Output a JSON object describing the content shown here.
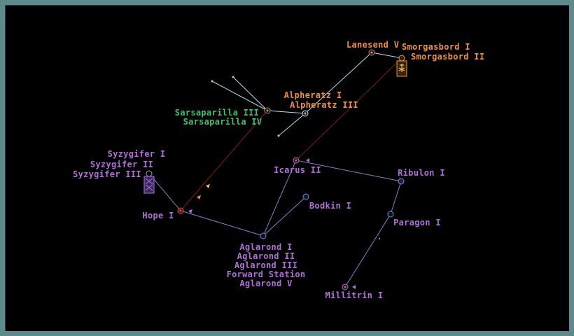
{
  "colors": {
    "background": "#000000",
    "frame": "#5d8a8c",
    "route_blue": "#7a88c8",
    "route_cyan": "#b8dcf0",
    "route_red": "#7a1f1f",
    "label_purple": "#b070d8",
    "label_orange": "#f09040",
    "label_green": "#40c070"
  },
  "systems": [
    {
      "id": "lanesend",
      "labels": [
        "Lanesend V"
      ],
      "color": "orange"
    },
    {
      "id": "smorgasbord",
      "labels": [
        "Smorgasbord I",
        "Smorgasbord II"
      ],
      "color": "orange",
      "icon": "starbase-icon"
    },
    {
      "id": "alpheratz",
      "labels": [
        "Alpheratz I",
        "Alpheratz III"
      ],
      "color": "orange"
    },
    {
      "id": "sarsaparilla",
      "labels": [
        "Sarsaparilla III",
        "Sarsaparilla IV"
      ],
      "color": "green"
    },
    {
      "id": "syzygifer",
      "labels": [
        "Syzygifer I",
        "Syzygifer II",
        "Syzygifer III"
      ],
      "color": "purple",
      "icon": "fleet-icon"
    },
    {
      "id": "icarus",
      "labels": [
        "Icarus II"
      ],
      "color": "purple"
    },
    {
      "id": "ribulon",
      "labels": [
        "Ribulon I"
      ],
      "color": "purple"
    },
    {
      "id": "bodkin",
      "labels": [
        "Bodkin I"
      ],
      "color": "purple"
    },
    {
      "id": "hope",
      "labels": [
        "Hope I"
      ],
      "color": "purple"
    },
    {
      "id": "paragon",
      "labels": [
        "Paragon I"
      ],
      "color": "purple"
    },
    {
      "id": "aglarond",
      "labels": [
        "Aglarond I",
        "Aglarond II",
        "Aglarond III",
        "Forward Station",
        "Aglarond V"
      ],
      "color": "purple"
    },
    {
      "id": "millitrin",
      "labels": [
        "Millitrin I"
      ],
      "color": "purple"
    }
  ]
}
